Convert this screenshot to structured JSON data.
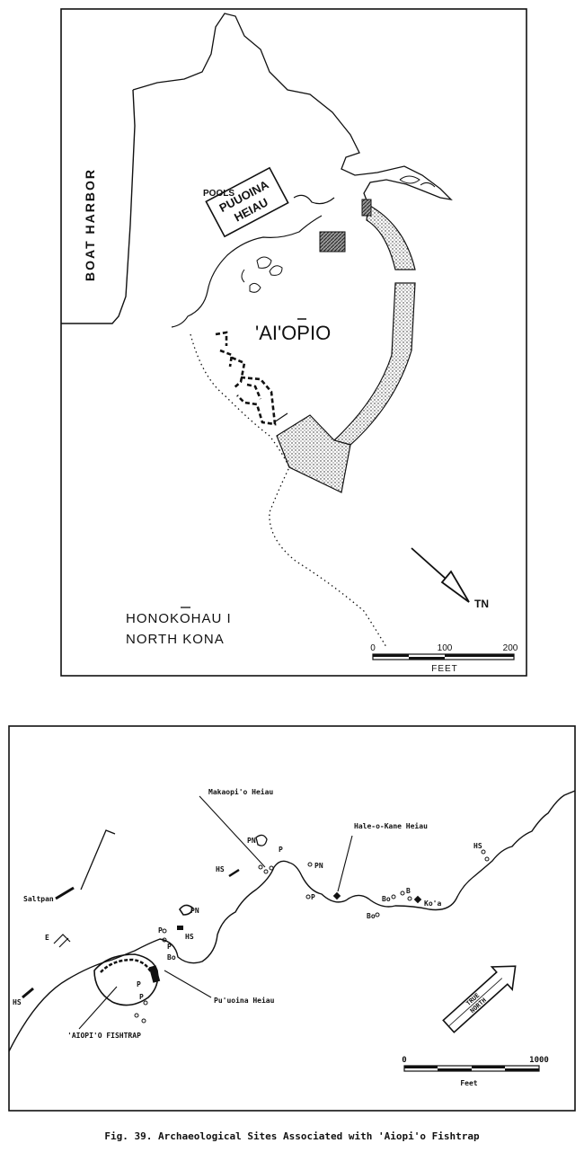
{
  "map1": {
    "boat_harbor": "BOAT HARBOR",
    "pools": "POOLS",
    "heiau_line1": "PUUOINA",
    "heiau_line2": "HEIAU",
    "pond_name": "'AI'OPIO",
    "north_arrow": "TN",
    "location_line1": "HONOKOHAU I",
    "location_line2": "NORTH KONA",
    "scale_ticks": [
      "0",
      "100",
      "200"
    ],
    "scale_unit": "FEET"
  },
  "map2": {
    "makaopio_heiau": "Makaopi'o Heiau",
    "hale_o_kane_heiau": "Hale-o-Kane Heiau",
    "saltpan": "Saltpan",
    "puuoina_heiau": "Pu'uoina Heiau",
    "fishtrap": "'AIOPI'O FISHTRAP",
    "north_arrow_line1": "TRUE",
    "north_arrow_line2": "NORTH",
    "scale_ticks": [
      "0",
      "1000"
    ],
    "scale_unit": "Feet",
    "site_labels": {
      "pn_1": "PN",
      "p_1": "P",
      "hs_1": "HS",
      "p_2": "P",
      "pn_2": "PN",
      "p_3": "P",
      "hs_2": "HS",
      "bo_1": "Bo",
      "b_1": "B",
      "ko_a": "Ko'a",
      "bo_2": "Bo",
      "pn_3": "PN",
      "p_4": "P",
      "hs_3": "HS",
      "p_5": "P",
      "bo_3": "Bo",
      "e": "E",
      "hs_4": "HS",
      "p_6": "P"
    }
  },
  "caption": "Fig. 39.  Archaeological Sites Associated with 'Aiopi'o Fishtrap"
}
